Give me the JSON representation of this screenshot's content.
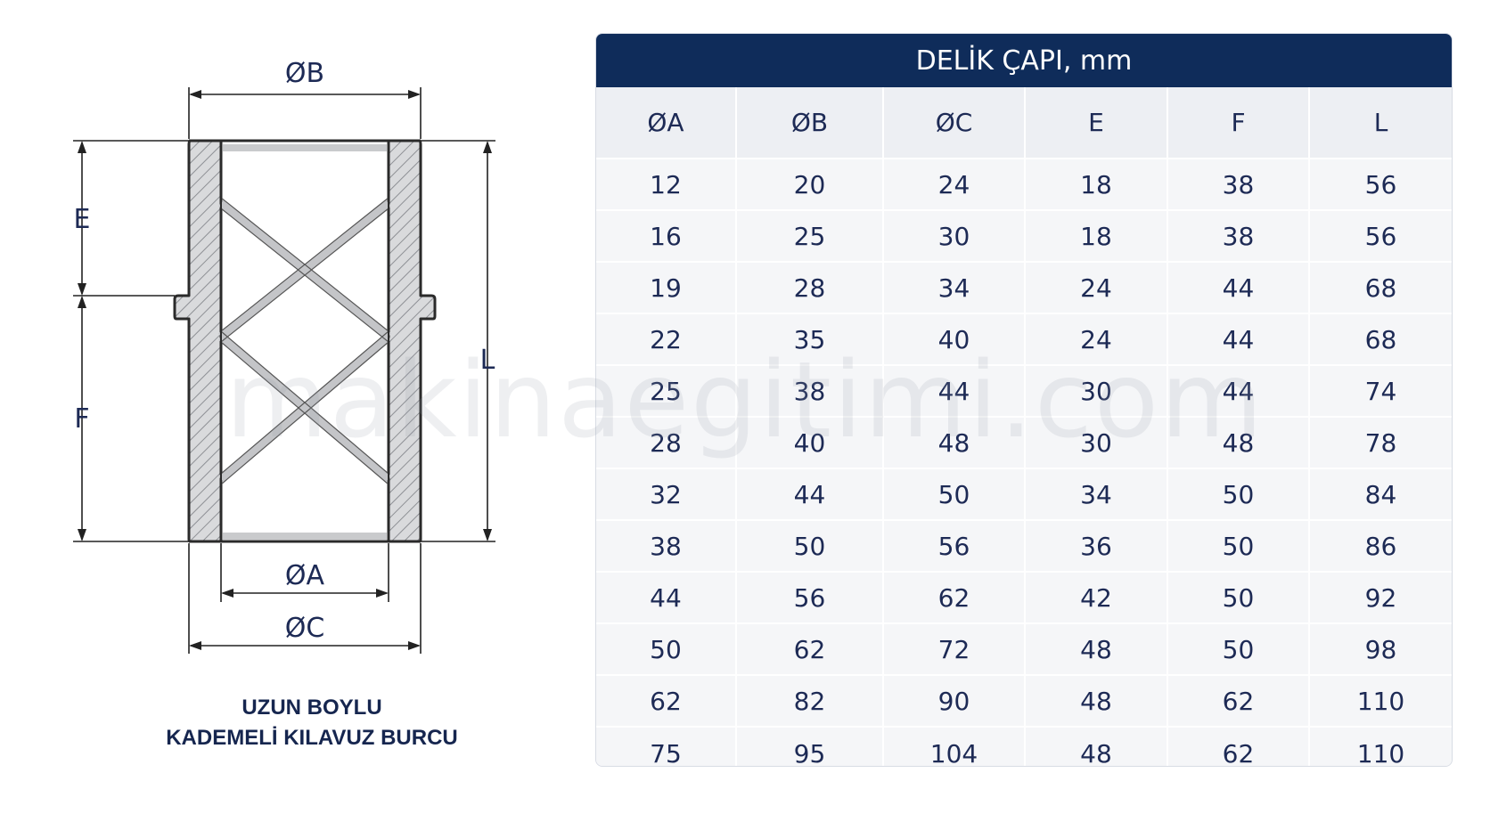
{
  "drawing": {
    "dim_B": "ØB",
    "dim_E": "E",
    "dim_F": "F",
    "dim_L": "L",
    "dim_A": "ØA",
    "dim_C": "ØC"
  },
  "caption": {
    "line1": "UZUN BOYLU",
    "line2": "KADEMELİ KILAVUZ BURCU"
  },
  "table": {
    "title": "DELİK ÇAPI, mm",
    "headers": [
      "ØA",
      "ØB",
      "ØC",
      "E",
      "F",
      "L"
    ],
    "rows": [
      [
        "12",
        "20",
        "24",
        "18",
        "38",
        "56"
      ],
      [
        "16",
        "25",
        "30",
        "18",
        "38",
        "56"
      ],
      [
        "19",
        "28",
        "34",
        "24",
        "44",
        "68"
      ],
      [
        "22",
        "35",
        "40",
        "24",
        "44",
        "68"
      ],
      [
        "25",
        "38",
        "44",
        "30",
        "44",
        "74"
      ],
      [
        "28",
        "40",
        "48",
        "30",
        "48",
        "78"
      ],
      [
        "32",
        "44",
        "50",
        "34",
        "50",
        "84"
      ],
      [
        "38",
        "50",
        "56",
        "36",
        "50",
        "86"
      ],
      [
        "44",
        "56",
        "62",
        "42",
        "50",
        "92"
      ],
      [
        "50",
        "62",
        "72",
        "48",
        "50",
        "98"
      ],
      [
        "62",
        "82",
        "90",
        "48",
        "62",
        "110"
      ],
      [
        "75",
        "95",
        "104",
        "48",
        "62",
        "110"
      ]
    ]
  },
  "watermark": "makinaegitimi.com",
  "colors": {
    "header_bg": "#0f2c5a",
    "text": "#1d2a55",
    "cell_bg": "#f5f6f8"
  }
}
